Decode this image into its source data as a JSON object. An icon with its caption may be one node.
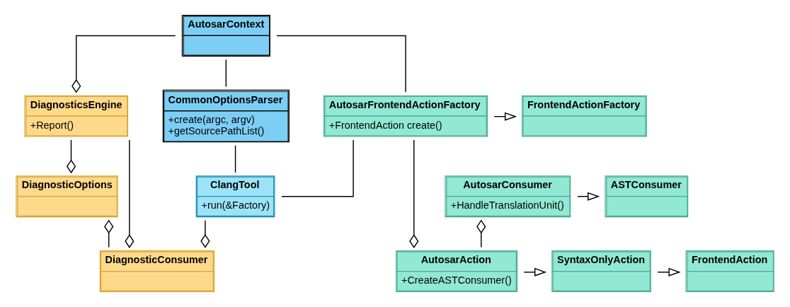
{
  "diagram": {
    "nodes": [
      {
        "text": [
          "AutosarContext"
        ]
      },
      {
        "text": [
          "CommonOptionsParser",
          "+create(argc, argv)",
          "+getSourcePathList()"
        ]
      },
      {
        "text": [
          "FrontendActionFactory"
        ]
      },
      {
        "text": [
          "AutosarFrontendActionFactory",
          "+FrontendAction create()"
        ]
      },
      {
        "text": [
          "DiagnosticsEngine",
          "+Report()"
        ]
      },
      {
        "text": [
          "FrontendAction"
        ]
      },
      {
        "text": [
          "SyntaxOnlyAction"
        ]
      },
      {
        "text": [
          "AutosarAction",
          "+CreateASTConsumer()"
        ]
      },
      {
        "text": [
          "DiagnosticConsumer"
        ]
      },
      {
        "text": [
          "ASTConsumer"
        ]
      },
      {
        "text": [
          "AutosarConsumer",
          "+HandleTranslationUnit()"
        ]
      },
      {
        "text": [
          "ClangTool",
          "+run(&Factory)"
        ]
      },
      {
        "text": [
          "DiagnosticOptions"
        ]
      }
    ],
    "edges": [
      {
        "from": 0,
        "to": 3,
        "arrow": "none"
      },
      {
        "from": 0,
        "to": 1,
        "arrow": "none"
      },
      {
        "from": 0,
        "to": 4,
        "arrow": "other"
      },
      {
        "from": 3,
        "to": 2,
        "arrow": "to"
      },
      {
        "from": 3,
        "to": 11,
        "arrow": "none"
      },
      {
        "from": 3,
        "to": 7,
        "arrow": "other"
      },
      {
        "from": 1,
        "to": 11,
        "arrow": "none"
      },
      {
        "from": 4,
        "to": 8,
        "arrow": "other"
      },
      {
        "from": 4,
        "to": 12,
        "arrow": "other"
      },
      {
        "from": 7,
        "to": 6,
        "arrow": "to"
      },
      {
        "from": 6,
        "to": 5,
        "arrow": "to"
      },
      {
        "from": 7,
        "to": 10,
        "arrow": "other"
      },
      {
        "from": 11,
        "to": 8,
        "arrow": "other"
      },
      {
        "from": 8,
        "to": 12,
        "arrow": "other"
      },
      {
        "from": 10,
        "to": 9,
        "arrow": "to"
      }
    ]
  }
}
